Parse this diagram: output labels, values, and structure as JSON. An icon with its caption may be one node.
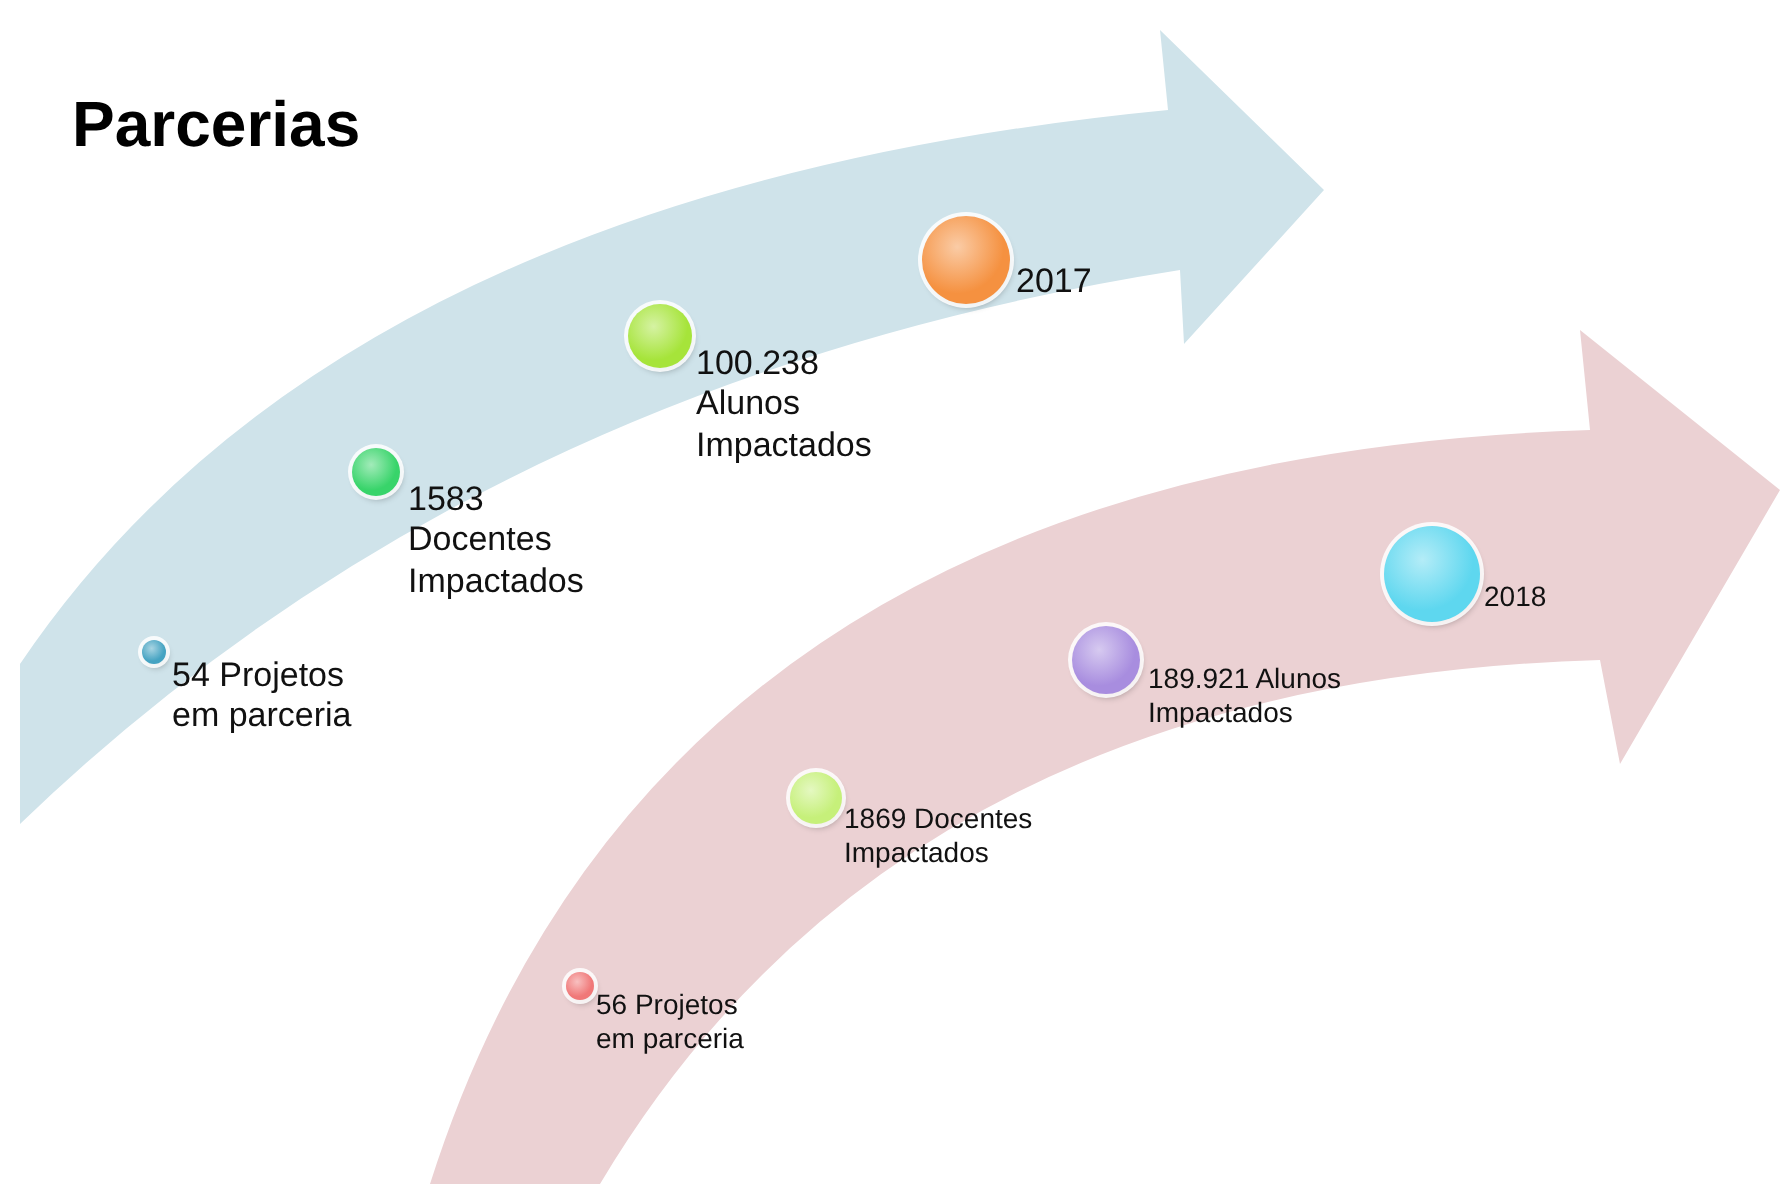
{
  "diagram": {
    "title": "Parcerias",
    "nodes": [
      {
        "text": [],
        "shape": "circle",
        "beside": [
          "54 Projetos em parceria"
        ]
      },
      {
        "text": [],
        "shape": "circle",
        "beside": [
          "1583 Docentes Impactados"
        ]
      },
      {
        "text": [],
        "shape": "circle",
        "beside": [
          "100.238 Alunos Impactados"
        ]
      },
      {
        "text": [],
        "shape": "circle",
        "beside": [
          "2017"
        ]
      },
      {
        "text": [],
        "shape": "circle",
        "beside": [
          "56 Projetos em parceria"
        ]
      },
      {
        "text": [],
        "shape": "circle",
        "beside": [
          "1869 Docentes Impactados"
        ]
      },
      {
        "text": [],
        "shape": "circle",
        "beside": [
          "189.921 Alunos Impactados"
        ]
      },
      {
        "text": [],
        "shape": "circle",
        "beside": [
          "2018"
        ]
      }
    ],
    "edges": []
  }
}
